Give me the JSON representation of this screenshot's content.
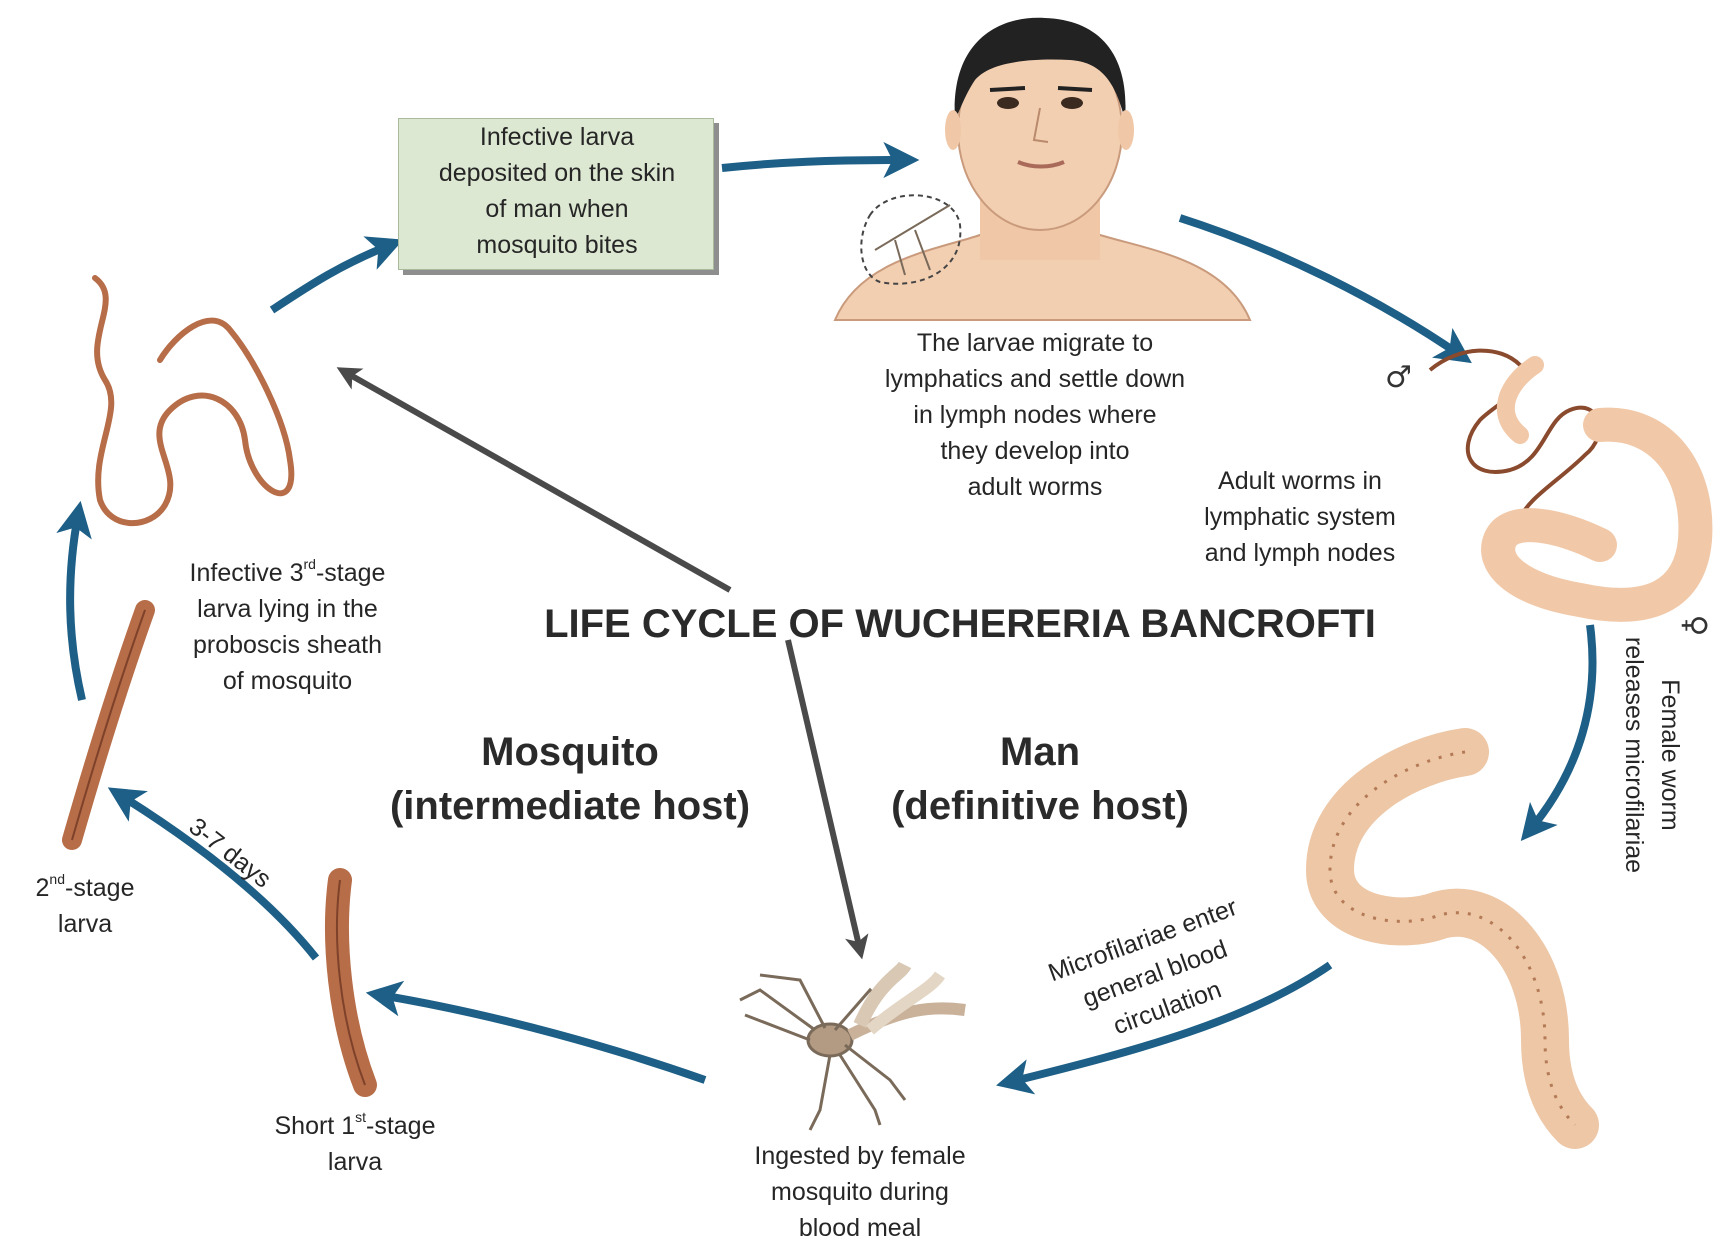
{
  "title": "LIFE CYCLE OF WUCHERERIA BANCROFTI",
  "hosts": {
    "mosquito": {
      "line1": "Mosquito",
      "line2": "(intermediate host)"
    },
    "man": {
      "line1": "Man",
      "line2": "(definitive host)"
    }
  },
  "labels": {
    "infective_box": [
      "Infective larva",
      "deposited on the skin",
      "of man when",
      "mosquito bites"
    ],
    "larvae_migrate": [
      "The larvae migrate to",
      "lymphatics and settle down",
      "in lymph nodes where",
      "they develop into",
      "adult worms"
    ],
    "adult_worms": [
      "Adult worms in",
      "lymphatic system",
      "and lymph nodes"
    ],
    "female_worm": [
      "Female worm",
      "releases microfilariae"
    ],
    "microfilariae": [
      "Microfilariae enter",
      "general blood",
      "circulation"
    ],
    "ingested": [
      "Ingested by female",
      "mosquito during",
      "blood meal"
    ],
    "first_stage": {
      "pre": "Short 1",
      "sup": "st",
      "post": "-stage",
      "line2": "larva"
    },
    "second_stage": {
      "pre": "2",
      "sup": "nd",
      "post": "-stage",
      "line2": "larva"
    },
    "days": "3-7 days",
    "third_stage": {
      "pre": "Infective 3",
      "sup": "rd",
      "post": "-stage",
      "line2": "larva lying in the",
      "line3": "proboscis sheath",
      "line4": "of mosquito"
    }
  },
  "symbols": {
    "male": "♂",
    "female": "♀"
  },
  "colors": {
    "cycle_arrow": "#1d5f86",
    "grey_arrow": "#4a4a4a",
    "box_fill": "#dde8d2",
    "worm_dark": "#8a4a2e",
    "worm_light": "#f1c9a9",
    "larva": "#b66d48",
    "skin": "#f3cfb2",
    "hair": "#222222"
  }
}
